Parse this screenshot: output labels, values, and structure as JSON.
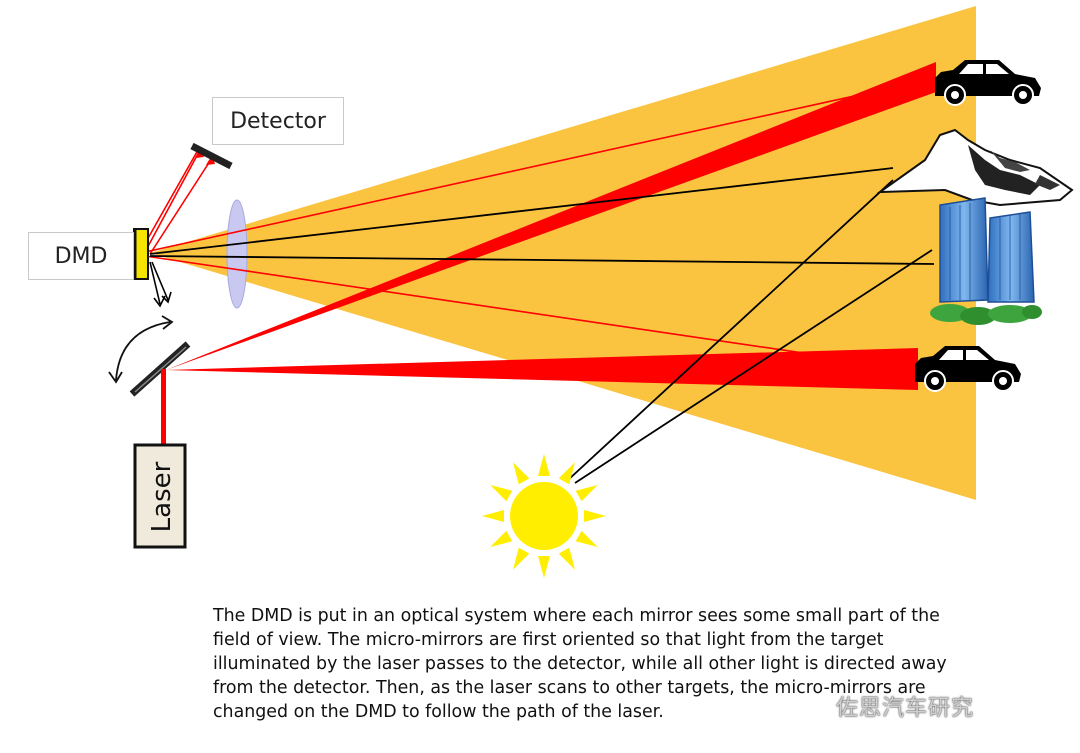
{
  "labels": {
    "detector": "Detector",
    "dmd": "DMD",
    "laser": "Laser"
  },
  "caption": "The DMD is put in an optical system where each mirror sees some small part of the field of view. The micro-mirrors are first oriented so that light from the target illuminated by the laser passes to the detector, while all other light is directed away from the detector. Then, as the laser scans to other targets, the micro-mirrors are changed on the DMD to follow the path of the laser.",
  "watermark": "佐思汽车研究",
  "colors": {
    "field_of_view": "#fbc440",
    "laser_beam": "#ff0000",
    "dmd": "#f5e400",
    "sun": "#ffee00",
    "lens": "#c8c8f0",
    "buildings": "#4a8fd6",
    "vegetation": "#3ea53e",
    "laser_box": "#efeadb"
  },
  "icons": [
    "car-icon",
    "mountain-icon",
    "buildings-icon",
    "sun-icon",
    "rotation-arrow-icon"
  ]
}
